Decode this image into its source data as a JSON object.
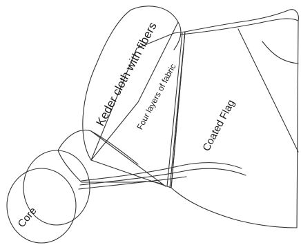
{
  "labels": {
    "keder": "Keder cloth with fibers",
    "layers": "Four layers of fabric",
    "flag": "Coated Flag",
    "core": "Core"
  },
  "colors": {
    "fabric": "#a6ad9e",
    "core": "#d9d6c8",
    "outline": "#333333",
    "background": "#ffffff"
  }
}
